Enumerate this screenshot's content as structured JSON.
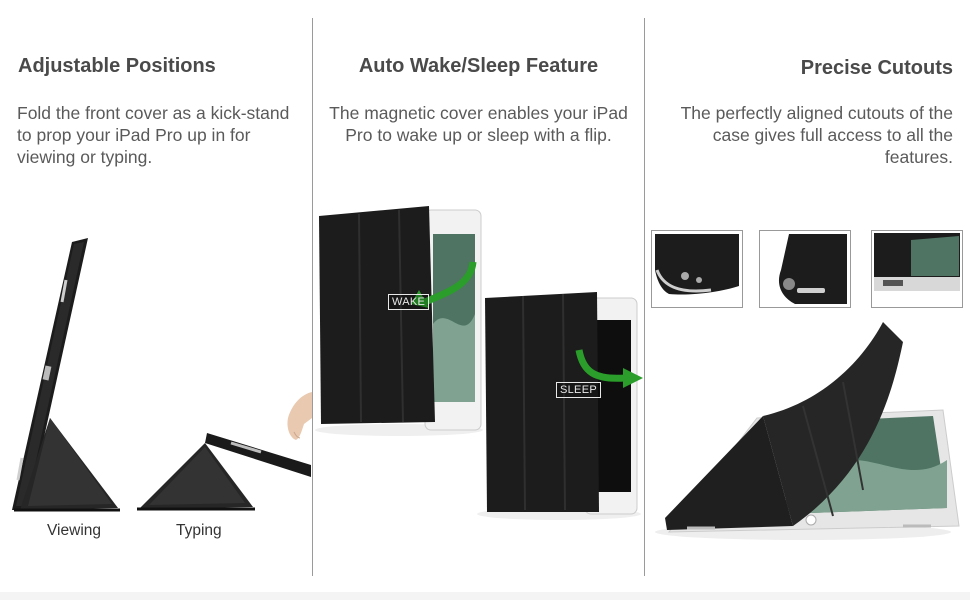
{
  "columns": {
    "adjustable": {
      "heading": "Adjustable Positions",
      "description": "Fold the front cover as a kick-stand to prop your iPad Pro up in for viewing or typing.",
      "captions": {
        "viewing": "Viewing",
        "typing": "Typing"
      }
    },
    "wake_sleep": {
      "heading": "Auto Wake/Sleep Feature",
      "description": "The magnetic cover enables your iPad Pro to wake up or sleep with a flip.",
      "labels": {
        "wake": "WAKE",
        "sleep": "SLEEP"
      }
    },
    "cutouts": {
      "heading": "Precise Cutouts",
      "description": "The perfectly aligned cutouts of the case gives full access to all the features."
    }
  },
  "colors": {
    "case": "#1c1c1c",
    "arrow": "#2a9d2a",
    "divider": "#9a9a9a",
    "screen": "#6b8a7a"
  }
}
